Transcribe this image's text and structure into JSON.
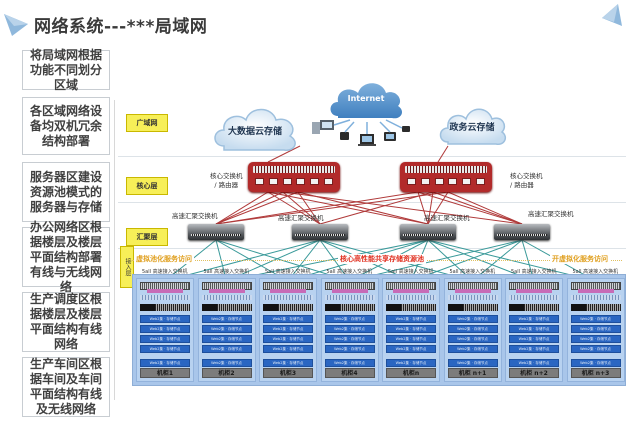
{
  "header": {
    "title": "网络系统---***局域网",
    "title_icon": "triangle-arrow-icon",
    "corner_icon": "paper-plane-icon"
  },
  "sidebar": {
    "items": [
      {
        "label": "将局域网根据功能不同划分区域"
      },
      {
        "label": "各区域网络设备均双机冗余结构部署"
      },
      {
        "label": "服务器区建设资源池模式的服务器与存储"
      },
      {
        "label": "办公网络区根据楼层及楼层平面结构部署有线与无线网络"
      },
      {
        "label": "生产调度区根据楼层及楼层平面结构有线网络"
      },
      {
        "label": "生产车间区根据车间及车间平面结构有线及无线网络"
      }
    ]
  },
  "diagram": {
    "layers": {
      "wan": "广域网",
      "core": "核心层",
      "aggregation": "汇聚层",
      "access": "接入层"
    },
    "clouds": {
      "internet": "Internet",
      "bigdata": "大数据云存储",
      "government": "政务云存储"
    },
    "core_switch_label_line1": "核心交换机",
    "core_switch_label_line2": "/ 路由器",
    "agg_switch_label": "高速汇聚交换机",
    "pools": {
      "left": "虚拟池化服务访问",
      "center": "核心高性能共享存储资源池",
      "right": "开虚拟化服务访问"
    },
    "access_switch_label": "5all 高速接入交换机",
    "server_label": "Web2集 · 存储节点",
    "racks": [
      "机柜1",
      "机柜2",
      "机柜3",
      "机柜4",
      "机柜n",
      "机柜 n+1",
      "机柜 n+2",
      "机柜 n+3"
    ],
    "colors": {
      "wan_link": "#b03a3a",
      "access_link": "#3a9a9a",
      "core_switch": "#b22a2a",
      "layer_tag": "#f7ef58",
      "rack_bg": "#a9c6ea",
      "server": "#2a66c2",
      "center_pool_text": "#e03020",
      "side_pool_text": "#e0a020"
    }
  }
}
